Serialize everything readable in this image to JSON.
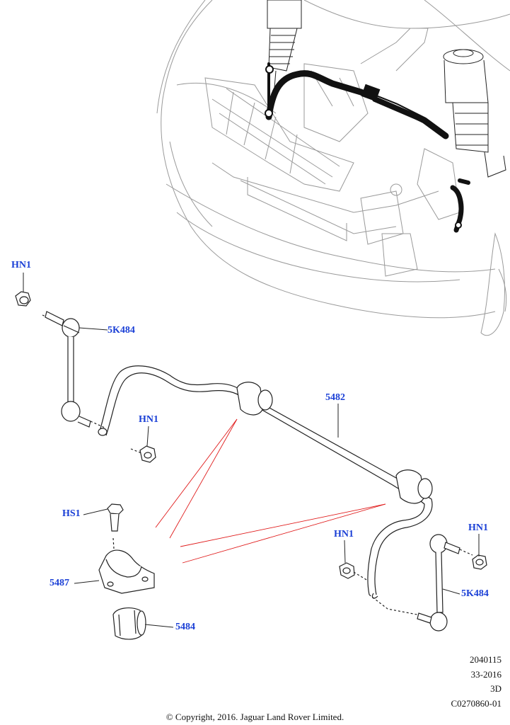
{
  "colors": {
    "callout": "#1a3fd6",
    "leader_lines": "#e01b1b",
    "line_art": "#222222",
    "light_line_art": "#9a9a9a"
  },
  "callouts": {
    "hn1_top_left": "HN1",
    "p5k484_left": "5K484",
    "hn1_mid_left": "HN1",
    "p5482": "5482",
    "hs1": "HS1",
    "p5487": "5487",
    "p5484": "5484",
    "hn1_center": "HN1",
    "hn1_right": "HN1",
    "p5k484_right": "5K484"
  },
  "meta": {
    "code1": "2040115",
    "code2": "33-2016",
    "view": "3D",
    "ref": "C0270860-01"
  },
  "copyright": "© Copyright, 2016. Jaguar Land Rover Limited."
}
